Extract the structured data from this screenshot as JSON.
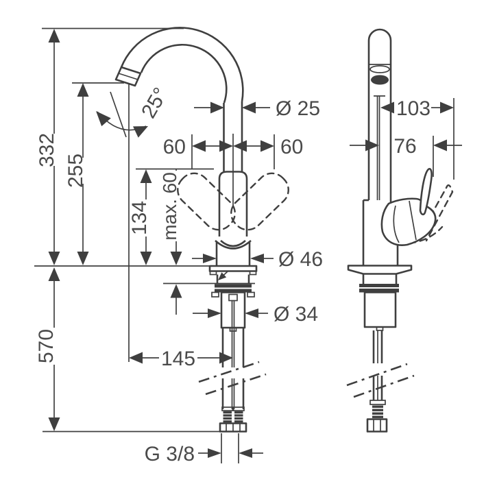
{
  "colors": {
    "background": "#ffffff",
    "line": "#3f3f3f",
    "text": "#4a4a4a"
  },
  "front_view": {
    "dim_total_height": "332",
    "dim_spout_height": "255",
    "dim_body_height": "134",
    "dim_max_mount_thickness": "max. 60",
    "dim_below_deck": "570",
    "dim_swivel_angle": "25°",
    "dim_spout_tube_diameter": "Ø 25",
    "dim_offset_left": "60",
    "dim_offset_right": "60",
    "dim_base_diameter": "Ø 46",
    "dim_shank_diameter": "Ø 34",
    "dim_spout_reach": "145",
    "dim_hose_thread": "G 3/8"
  },
  "side_view": {
    "dim_handle_reach_open": "103",
    "dim_handle_reach_closed": "76"
  }
}
